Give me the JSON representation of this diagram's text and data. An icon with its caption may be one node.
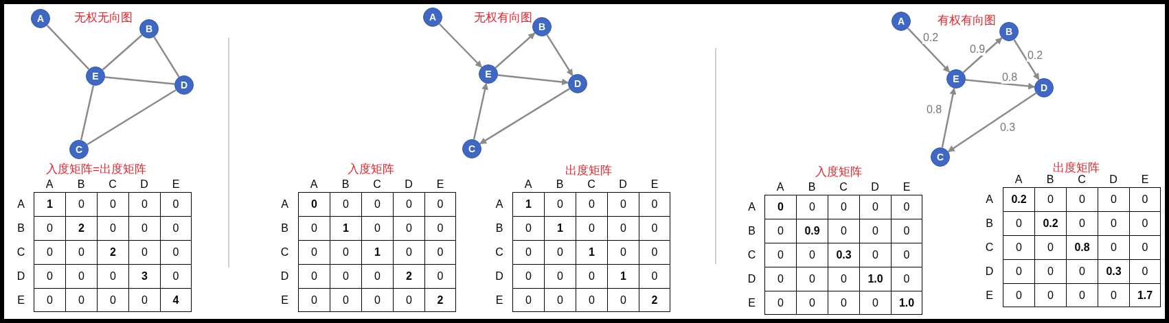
{
  "diagram": {
    "nodes": [
      {
        "text": [
          "A"
        ]
      },
      {
        "text": [
          "B"
        ]
      },
      {
        "text": [
          "E"
        ]
      },
      {
        "text": [
          "D"
        ]
      },
      {
        "text": [
          "C"
        ]
      },
      {
        "text": [
          "A"
        ]
      },
      {
        "text": [
          "B"
        ]
      },
      {
        "text": [
          "E"
        ]
      },
      {
        "text": [
          "D"
        ]
      },
      {
        "text": [
          "C"
        ]
      },
      {
        "text": [
          "A"
        ]
      },
      {
        "text": [
          "B"
        ]
      },
      {
        "text": [
          "E"
        ]
      },
      {
        "text": [
          "D"
        ]
      },
      {
        "text": [
          "C"
        ]
      }
    ],
    "edges": [
      {
        "from": 0,
        "to": 2,
        "arrow": "none"
      },
      {
        "from": 2,
        "to": 1,
        "arrow": "none"
      },
      {
        "from": 1,
        "to": 3,
        "arrow": "none"
      },
      {
        "from": 2,
        "to": 3,
        "arrow": "none"
      },
      {
        "from": 2,
        "to": 4,
        "arrow": "none"
      },
      {
        "from": 3,
        "to": 4,
        "arrow": "none"
      },
      {
        "from": 5,
        "to": 7,
        "arrow": "to"
      },
      {
        "from": 7,
        "to": 6,
        "arrow": "to"
      },
      {
        "from": 6,
        "to": 8,
        "arrow": "to"
      },
      {
        "from": 7,
        "to": 8,
        "arrow": "to"
      },
      {
        "from": 9,
        "to": 7,
        "arrow": "to"
      },
      {
        "from": 8,
        "to": 9,
        "arrow": "to"
      },
      {
        "from": 10,
        "to": 12,
        "arrow": "to",
        "label": "0.2"
      },
      {
        "from": 12,
        "to": 11,
        "arrow": "to",
        "label": "0.9"
      },
      {
        "from": 11,
        "to": 13,
        "arrow": "to",
        "label": "0.2"
      },
      {
        "from": 12,
        "to": 13,
        "arrow": "to",
        "label": "0.8"
      },
      {
        "from": 14,
        "to": 12,
        "arrow": "to",
        "label": "0.8"
      },
      {
        "from": 13,
        "to": 14,
        "arrow": "to",
        "label": "0.3"
      }
    ],
    "labels": [
      "无权无向图",
      "入度矩阵=出度矩阵",
      "A",
      "B",
      "C",
      "D",
      "E",
      "A",
      "1",
      "0",
      "0",
      "0",
      "0",
      "B",
      "0",
      "2",
      "0",
      "0",
      "0",
      "C",
      "0",
      "0",
      "2",
      "0",
      "0",
      "D",
      "0",
      "0",
      "0",
      "3",
      "0",
      "E",
      "0",
      "0",
      "0",
      "0",
      "4",
      "无权有向图",
      "入度矩阵",
      "A",
      "B",
      "C",
      "D",
      "E",
      "A",
      "0",
      "0",
      "0",
      "0",
      "0",
      "B",
      "0",
      "1",
      "0",
      "0",
      "0",
      "C",
      "0",
      "0",
      "1",
      "0",
      "0",
      "D",
      "0",
      "0",
      "0",
      "2",
      "0",
      "E",
      "0",
      "0",
      "0",
      "0",
      "2",
      "出度矩阵",
      "A",
      "B",
      "C",
      "D",
      "E",
      "A",
      "1",
      "0",
      "0",
      "0",
      "0",
      "B",
      "0",
      "1",
      "0",
      "0",
      "0",
      "C",
      "0",
      "0",
      "1",
      "0",
      "0",
      "D",
      "0",
      "0",
      "0",
      "1",
      "0",
      "E",
      "0",
      "0",
      "0",
      "0",
      "2",
      "有权有向图",
      "入度矩阵",
      "A",
      "B",
      "C",
      "D",
      "E",
      "A",
      "0",
      "0",
      "0",
      "0",
      "0",
      "B",
      "0",
      "0.9",
      "0",
      "0",
      "0",
      "C",
      "0",
      "0",
      "0.3",
      "0",
      "0",
      "D",
      "0",
      "0",
      "0",
      "1.0",
      "0",
      "E",
      "0",
      "0",
      "0",
      "0",
      "1.0",
      "出度矩阵",
      "A",
      "B",
      "C",
      "D",
      "E",
      "A",
      "0.2",
      "0",
      "0",
      "0",
      "0",
      "B",
      "0",
      "0.2",
      "0",
      "0",
      "0",
      "C",
      "0",
      "0",
      "0.8",
      "0",
      "0",
      "D",
      "0",
      "0",
      "0",
      "0.3",
      "0",
      "E",
      "0",
      "0",
      "0",
      "0",
      "1.7"
    ]
  }
}
